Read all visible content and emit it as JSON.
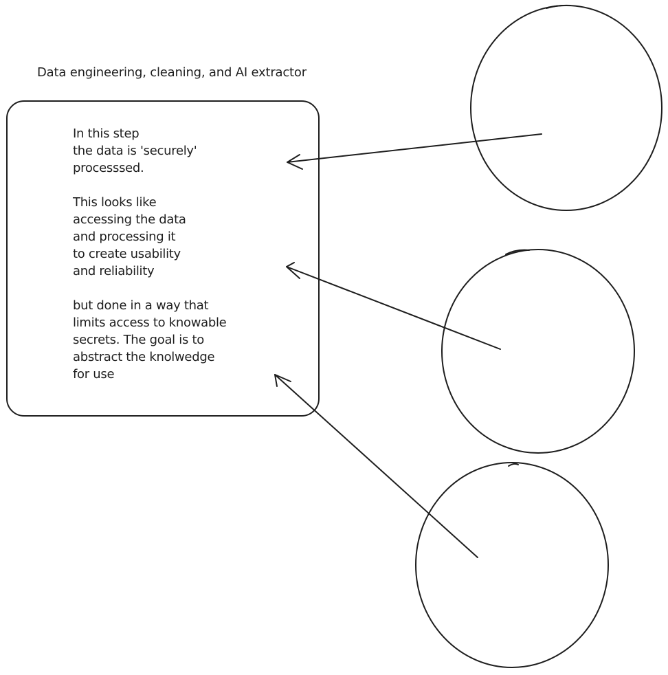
{
  "diagram": {
    "title": "Data engineering, cleaning, and AI extractor",
    "note": {
      "paragraphs": [
        [
          "In this step",
          "the data is 'securely'",
          "processsed."
        ],
        [
          "This looks like",
          "accessing the data",
          "and processing it",
          "to create usability",
          "and reliability"
        ],
        [
          "but done in a way that",
          "limits access to knowable",
          "secrets. The goal is to",
          "abstract the knolwedge",
          "for use"
        ]
      ]
    },
    "nodes": [
      "circle-top",
      "circle-middle",
      "circle-bottom"
    ],
    "edges": [
      {
        "from": "circle-top",
        "to": "note-box"
      },
      {
        "from": "circle-middle",
        "to": "note-box"
      },
      {
        "from": "circle-bottom",
        "to": "note-box"
      }
    ],
    "colors": {
      "stroke": "#1e1e1e",
      "background": "#ffffff"
    }
  }
}
